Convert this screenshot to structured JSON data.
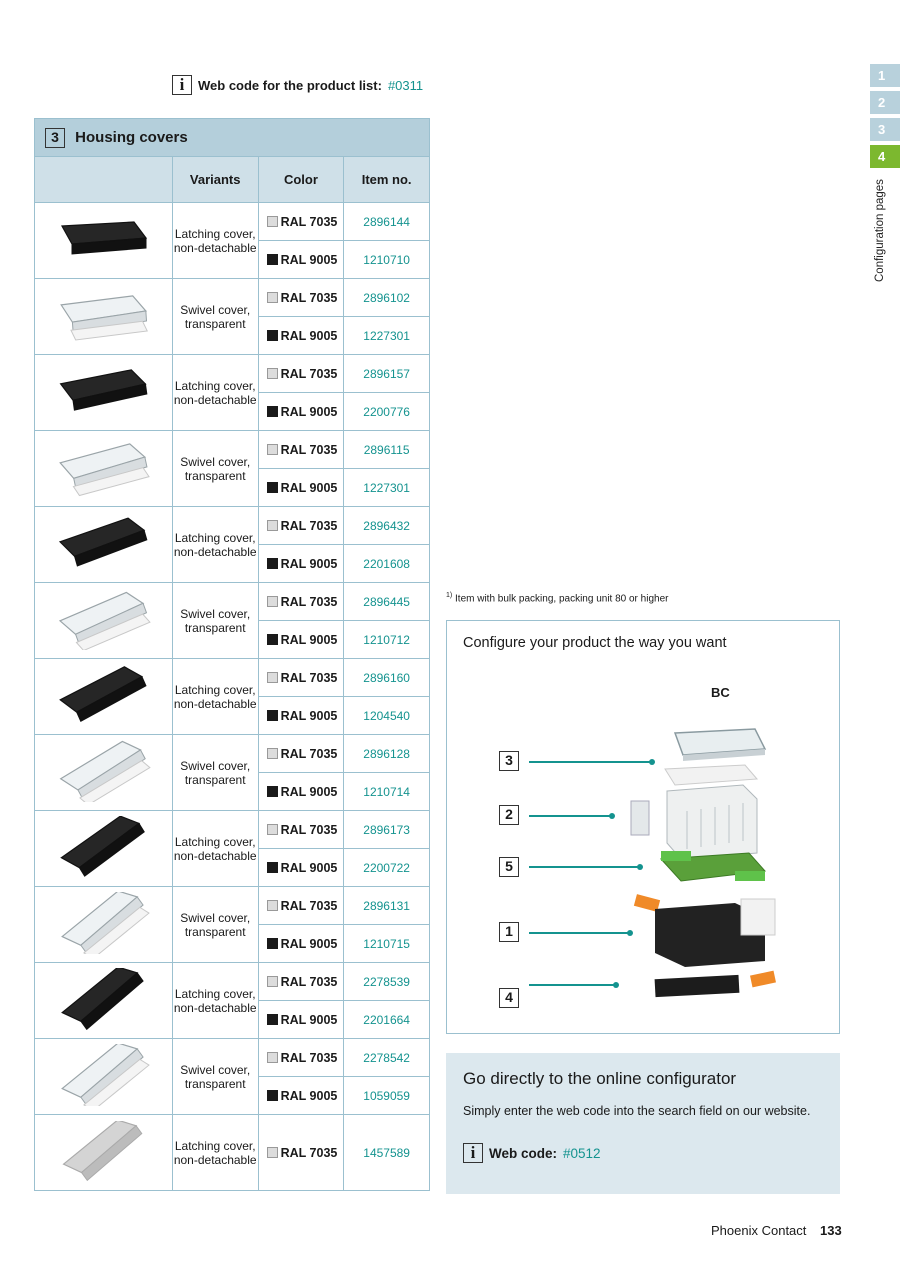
{
  "top_info": {
    "icon": "info-icon",
    "label": "Web code for the product list:",
    "code": "#0311"
  },
  "table": {
    "number": "3",
    "title": "Housing covers",
    "headers": {
      "variants": "Variants",
      "color": "Color",
      "item": "Item no."
    },
    "rows": [
      {
        "variant": [
          "Latching cover,",
          "non-detachable"
        ],
        "colors": [
          {
            "ral": "RAL 7035",
            "item": "2896144"
          },
          {
            "ral": "RAL 9005",
            "item": "1210710"
          }
        ]
      },
      {
        "variant": [
          "Swivel cover,",
          "transparent"
        ],
        "colors": [
          {
            "ral": "RAL 7035",
            "item": "2896102"
          },
          {
            "ral": "RAL 9005",
            "item": "1227301"
          }
        ]
      },
      {
        "variant": [
          "Latching cover,",
          "non-detachable"
        ],
        "colors": [
          {
            "ral": "RAL 7035",
            "item": "2896157"
          },
          {
            "ral": "RAL 9005",
            "item": "2200776"
          }
        ]
      },
      {
        "variant": [
          "Swivel cover,",
          "transparent"
        ],
        "colors": [
          {
            "ral": "RAL 7035",
            "item": "2896115"
          },
          {
            "ral": "RAL 9005",
            "item": "1227301"
          }
        ]
      },
      {
        "variant": [
          "Latching cover,",
          "non-detachable"
        ],
        "colors": [
          {
            "ral": "RAL 7035",
            "item": "2896432"
          },
          {
            "ral": "RAL 9005",
            "item": "2201608"
          }
        ]
      },
      {
        "variant": [
          "Swivel cover,",
          "transparent"
        ],
        "colors": [
          {
            "ral": "RAL 7035",
            "item": "2896445"
          },
          {
            "ral": "RAL 9005",
            "item": "1210712"
          }
        ]
      },
      {
        "variant": [
          "Latching cover,",
          "non-detachable"
        ],
        "colors": [
          {
            "ral": "RAL 7035",
            "item": "2896160"
          },
          {
            "ral": "RAL 9005",
            "item": "1204540"
          }
        ]
      },
      {
        "variant": [
          "Swivel cover,",
          "transparent"
        ],
        "colors": [
          {
            "ral": "RAL 7035",
            "item": "2896128"
          },
          {
            "ral": "RAL 9005",
            "item": "1210714"
          }
        ]
      },
      {
        "variant": [
          "Latching cover,",
          "non-detachable"
        ],
        "colors": [
          {
            "ral": "RAL 7035",
            "item": "2896173"
          },
          {
            "ral": "RAL 9005",
            "item": "2200722"
          }
        ]
      },
      {
        "variant": [
          "Swivel cover,",
          "transparent"
        ],
        "colors": [
          {
            "ral": "RAL 7035",
            "item": "2896131"
          },
          {
            "ral": "RAL 9005",
            "item": "1210715"
          }
        ]
      },
      {
        "variant": [
          "Latching cover,",
          "non-detachable"
        ],
        "colors": [
          {
            "ral": "RAL 7035",
            "item": "2278539"
          },
          {
            "ral": "RAL 9005",
            "item": "2201664"
          }
        ]
      },
      {
        "variant": [
          "Swivel cover,",
          "transparent"
        ],
        "colors": [
          {
            "ral": "RAL 7035",
            "item": "2278542"
          },
          {
            "ral": "RAL 9005",
            "item": "1059059"
          }
        ]
      },
      {
        "variant": [
          "Latching cover,",
          "non-detachable"
        ],
        "colors": [
          {
            "ral": "RAL 7035",
            "item": "1457589"
          }
        ]
      }
    ]
  },
  "side_tabs": [
    {
      "label": "1",
      "color": "#b8d1dc"
    },
    {
      "label": "2",
      "color": "#b8d1dc"
    },
    {
      "label": "3",
      "color": "#b8d1dc"
    },
    {
      "label": "4",
      "color": "#7cb82f"
    }
  ],
  "side_label": "Configuration pages",
  "footnote": {
    "mark": "1)",
    "text": "Item with bulk packing, packing unit 80 or higher"
  },
  "configure": {
    "title": "Configure your product the way you want",
    "product": "BC",
    "steps": [
      "3",
      "2",
      "5",
      "1",
      "4"
    ]
  },
  "online": {
    "title": "Go directly to the online configurator",
    "text": "Simply enter the web code into the search field on our website.",
    "webcode_label": "Web code:",
    "webcode": "#0512"
  },
  "footer": {
    "brand": "Phoenix Contact",
    "page": "133"
  },
  "colors": {
    "accent": "#14938f",
    "header_blue": "#b4cfdb",
    "tab_active": "#7cb82f",
    "ral_7035": "#dcdcdc",
    "ral_9005": "#1a1a1a"
  }
}
